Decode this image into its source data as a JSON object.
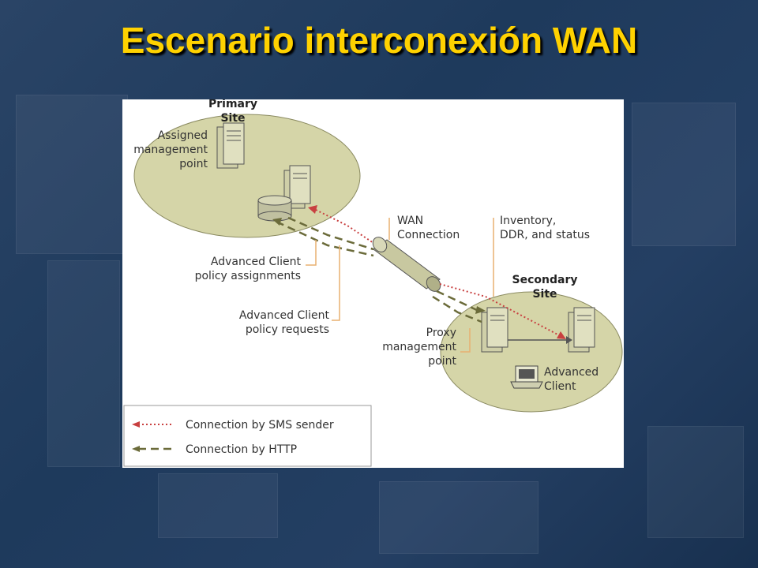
{
  "slide": {
    "title": "Escenario interconexión WAN"
  },
  "diagram": {
    "primary_site_l1": "Primary",
    "primary_site_l2": "Site",
    "assigned_mp_l1": "Assigned",
    "assigned_mp_l2": "management",
    "assigned_mp_l3": "point",
    "wan_l1": "WAN",
    "wan_l2": "Connection",
    "inventory_l1": "Inventory,",
    "inventory_l2": "DDR, and status",
    "secondary_site_l1": "Secondary",
    "secondary_site_l2": "Site",
    "policy_assign_l1": "Advanced Client",
    "policy_assign_l2": "policy assignments",
    "policy_req_l1": "Advanced Client",
    "policy_req_l2": "policy requests",
    "proxy_l1": "Proxy",
    "proxy_l2": "management",
    "proxy_l3": "point",
    "adv_client_l1": "Advanced",
    "adv_client_l2": "Client",
    "legend_sms": "Connection by SMS sender",
    "legend_http": "Connection by HTTP"
  },
  "colors": {
    "title": "#ffd200",
    "site_fill": "#d5d5a8",
    "sms_line": "#c84040",
    "http_line": "#6b6b3a",
    "callout": "#e8b070"
  },
  "icons": [
    "server-icon",
    "database-icon",
    "laptop-icon",
    "wan-pipe-icon"
  ]
}
